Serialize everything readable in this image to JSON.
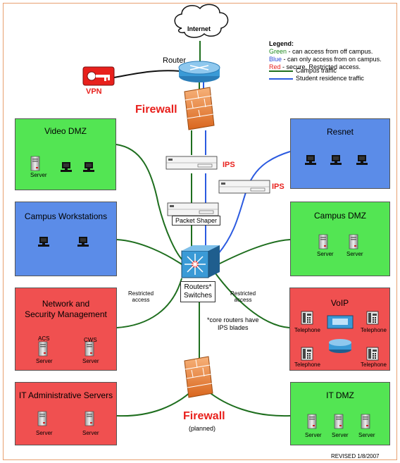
{
  "legend": {
    "title": "Legend:",
    "green_word": "Green",
    "green_desc": " - can access from off campus.",
    "blue_word": "Blue",
    "blue_desc": " - can only access from on campus.",
    "red_word": "Red",
    "red_desc": " - secure. Restricted access.",
    "campus_traffic": "Campus traffic",
    "student_traffic": "Student residence traffic",
    "colors": {
      "green": "#1e8a1e",
      "blue": "#2b48d8",
      "red": "#e8201c"
    }
  },
  "top": {
    "internet": "Internet",
    "router": "Router",
    "vpn": "VPN",
    "firewall": "Firewall"
  },
  "zones": {
    "video_dmz": {
      "title": "Video DMZ",
      "server": "Server"
    },
    "resnet": {
      "title": "Resnet"
    },
    "campus_workstations": {
      "title": "Campus Workstations"
    },
    "campus_dmz": {
      "title": "Campus DMZ",
      "servers": [
        "Server",
        "Server"
      ]
    },
    "network_security": {
      "title_line1": "Network and",
      "title_line2": "Security Management",
      "acs": "ACS",
      "cws": "CWS",
      "servers": [
        "Server",
        "Server"
      ]
    },
    "voip": {
      "title": "VoIP",
      "telephones": [
        "Telephone",
        "Telephone",
        "Telephone",
        "Telephone"
      ]
    },
    "it_admin": {
      "title": "IT Administrative Servers",
      "servers": [
        "Server",
        "Server"
      ]
    },
    "it_dmz": {
      "title": "IT DMZ",
      "servers": [
        "Server",
        "Server",
        "Server"
      ]
    }
  },
  "center": {
    "ips_1": "IPS",
    "ips_2": "IPS",
    "packet_shaper": "Packet Shaper",
    "routers_line1": "Routers*",
    "routers_line2": "Switches",
    "restricted_left_1": "Restricted",
    "restricted_left_2": "access",
    "restricted_right_1": "Restricted",
    "restricted_right_2": "access",
    "note_line1": "*core routers have",
    "note_line2": "IPS blades",
    "firewall_bottom": "Firewall",
    "planned": "(planned)"
  },
  "footer": {
    "revised": "REVISED 1/8/2007"
  }
}
